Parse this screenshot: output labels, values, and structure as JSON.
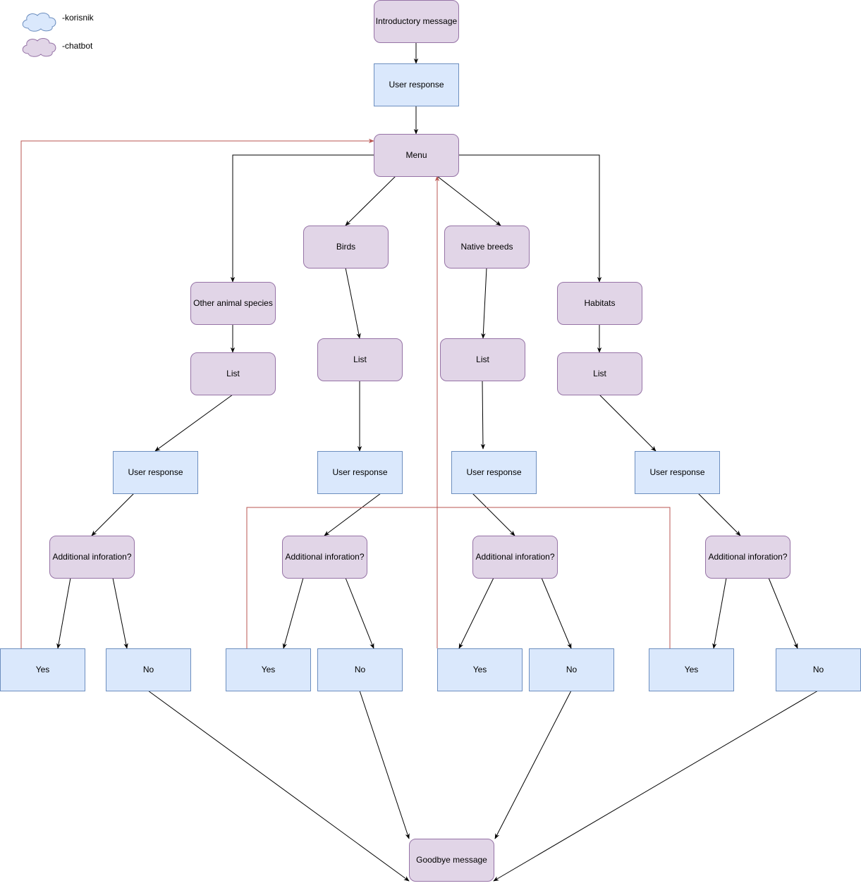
{
  "legend": [
    {
      "id": "user",
      "label": "-korisnik",
      "fill": "#dae8fc",
      "stroke": "#6c8ebf"
    },
    {
      "id": "bot",
      "label": "-chatbot",
      "fill": "#e1d5e7",
      "stroke": "#9673a6"
    }
  ],
  "styles": {
    "user": {
      "fill": "#dae8fc",
      "stroke": "#6c8ebf"
    },
    "bot": {
      "fill": "#e1d5e7",
      "stroke": "#9673a6"
    },
    "edge_color": "#000000",
    "loop_color": "#b85450"
  },
  "nodes": [
    {
      "id": "intro",
      "label": "Introductory message",
      "type": "bot"
    },
    {
      "id": "resp0",
      "label": "User response",
      "type": "user"
    },
    {
      "id": "menu",
      "label": "Menu",
      "type": "bot"
    },
    {
      "id": "birds",
      "label": "Birds",
      "type": "bot"
    },
    {
      "id": "native",
      "label": "Native breeds",
      "type": "bot"
    },
    {
      "id": "other",
      "label": "Other animal species",
      "type": "bot"
    },
    {
      "id": "habitats",
      "label": "Habitats",
      "type": "bot"
    },
    {
      "id": "list_other",
      "label": "List",
      "type": "bot"
    },
    {
      "id": "list_birds",
      "label": "List",
      "type": "bot"
    },
    {
      "id": "list_native",
      "label": "List",
      "type": "bot"
    },
    {
      "id": "list_hab",
      "label": "List",
      "type": "bot"
    },
    {
      "id": "resp_other",
      "label": "User response",
      "type": "user"
    },
    {
      "id": "resp_birds",
      "label": "User response",
      "type": "user"
    },
    {
      "id": "resp_native",
      "label": "User response",
      "type": "user"
    },
    {
      "id": "resp_hab",
      "label": "User response",
      "type": "user"
    },
    {
      "id": "add_other",
      "label": "Additional inforation?",
      "type": "bot"
    },
    {
      "id": "add_birds",
      "label": "Additional inforation?",
      "type": "bot"
    },
    {
      "id": "add_native",
      "label": "Additional inforation?",
      "type": "bot"
    },
    {
      "id": "add_hab",
      "label": "Additional inforation?",
      "type": "bot"
    },
    {
      "id": "yes1",
      "label": "Yes",
      "type": "user"
    },
    {
      "id": "no1",
      "label": "No",
      "type": "user"
    },
    {
      "id": "yes2",
      "label": "Yes",
      "type": "user"
    },
    {
      "id": "no2",
      "label": "No",
      "type": "user"
    },
    {
      "id": "yes3",
      "label": "Yes",
      "type": "user"
    },
    {
      "id": "no3",
      "label": "No",
      "type": "user"
    },
    {
      "id": "yes4",
      "label": "Yes",
      "type": "user"
    },
    {
      "id": "no4",
      "label": "No",
      "type": "user"
    },
    {
      "id": "goodbye",
      "label": "Goodbye message",
      "type": "bot"
    }
  ],
  "edges": [
    {
      "from": "intro",
      "to": "resp0"
    },
    {
      "from": "resp0",
      "to": "menu"
    },
    {
      "from": "menu",
      "to": "other"
    },
    {
      "from": "menu",
      "to": "birds"
    },
    {
      "from": "menu",
      "to": "native"
    },
    {
      "from": "menu",
      "to": "habitats"
    },
    {
      "from": "other",
      "to": "list_other"
    },
    {
      "from": "birds",
      "to": "list_birds"
    },
    {
      "from": "native",
      "to": "list_native"
    },
    {
      "from": "habitats",
      "to": "list_hab"
    },
    {
      "from": "list_other",
      "to": "resp_other"
    },
    {
      "from": "list_birds",
      "to": "resp_birds"
    },
    {
      "from": "list_native",
      "to": "resp_native"
    },
    {
      "from": "list_hab",
      "to": "resp_hab"
    },
    {
      "from": "resp_other",
      "to": "add_other"
    },
    {
      "from": "resp_birds",
      "to": "add_birds"
    },
    {
      "from": "resp_native",
      "to": "add_native"
    },
    {
      "from": "resp_hab",
      "to": "add_hab"
    },
    {
      "from": "add_other",
      "to": "yes1"
    },
    {
      "from": "add_other",
      "to": "no1"
    },
    {
      "from": "add_birds",
      "to": "yes2"
    },
    {
      "from": "add_birds",
      "to": "no2"
    },
    {
      "from": "add_native",
      "to": "yes3"
    },
    {
      "from": "add_native",
      "to": "no3"
    },
    {
      "from": "add_hab",
      "to": "yes4"
    },
    {
      "from": "add_hab",
      "to": "no4"
    },
    {
      "from": "no1",
      "to": "goodbye"
    },
    {
      "from": "no2",
      "to": "goodbye"
    },
    {
      "from": "no3",
      "to": "goodbye"
    },
    {
      "from": "no4",
      "to": "goodbye"
    },
    {
      "from": "yes1",
      "to": "menu",
      "kind": "loop"
    },
    {
      "from": "yes2",
      "to": "menu",
      "kind": "loop"
    },
    {
      "from": "yes3",
      "to": "menu",
      "kind": "loop"
    },
    {
      "from": "yes4",
      "to": "menu",
      "kind": "loop"
    }
  ]
}
